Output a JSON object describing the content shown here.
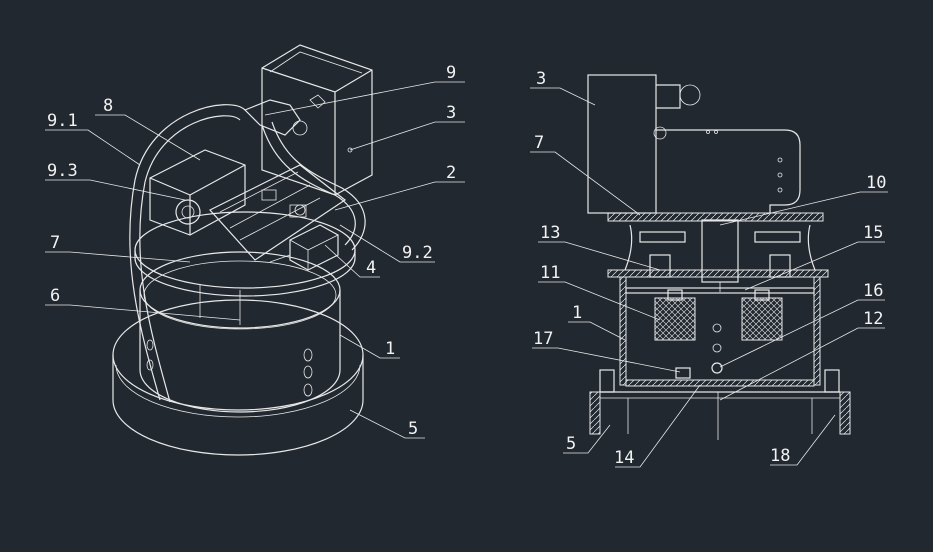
{
  "left_view": {
    "labels": [
      "9.1",
      "8",
      "9.3",
      "7",
      "6",
      "9",
      "3",
      "2",
      "9.2",
      "4",
      "1",
      "5"
    ]
  },
  "right_view": {
    "labels": [
      "3",
      "7",
      "10",
      "13",
      "15",
      "11",
      "16",
      "1",
      "12",
      "17",
      "5",
      "14",
      "18"
    ]
  },
  "colors": {
    "background": "#212830",
    "lines": "#e8e8e8"
  }
}
